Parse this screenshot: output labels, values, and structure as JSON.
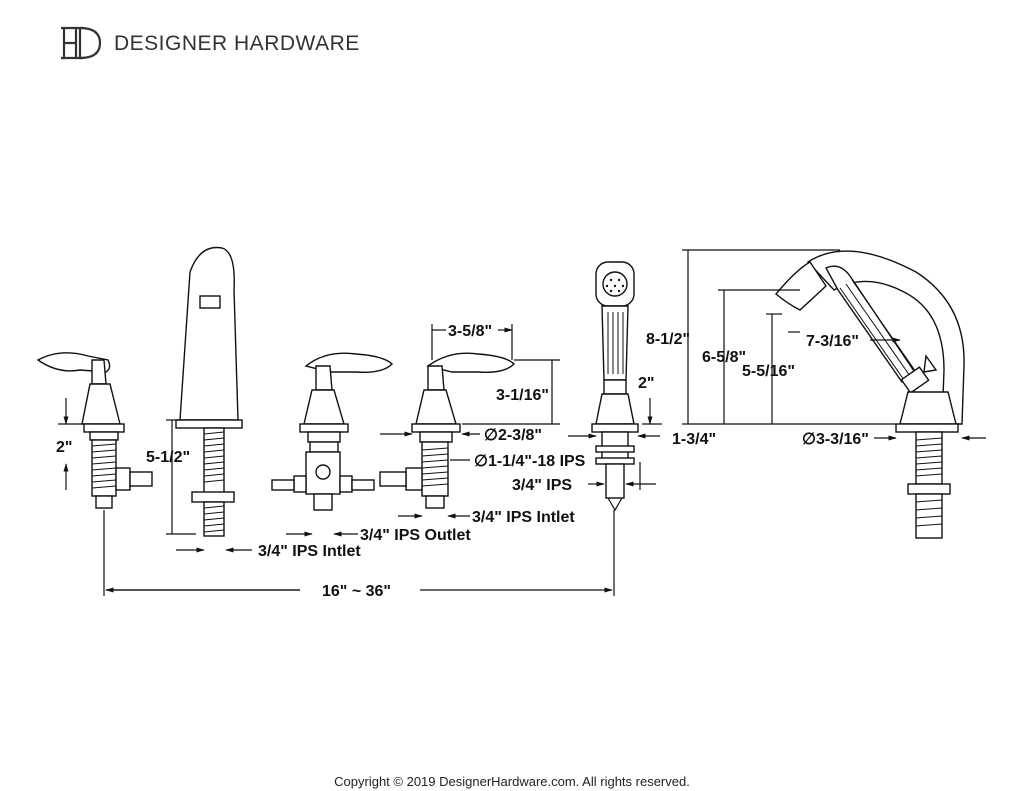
{
  "header": {
    "logo_icon": "dh-monogram-logo",
    "brand": "DESIGNER HARDWARE"
  },
  "dimensions": {
    "handle_height": "2\"",
    "spout_height": "5-1/2\"",
    "spout_inlet": "3/4\" IPS Intlet",
    "diverter_outlet": "3/4\" IPS Outlet",
    "valve_inlet": "3/4\" IPS Intlet",
    "handle_reach": "3-5/8\"",
    "handle_valve_height": "3-1/16\"",
    "escutcheon_dia": "∅2-3/8\"",
    "shank_thread": "∅1-1/4\"-18 IPS",
    "shower_ips": "3/4\" IPS",
    "shower_base_height": "2\"",
    "overall_spread": "16\" ~ 36\"",
    "cradle_height_total": "8-1/2\"",
    "cradle_height_2": "6-5/8\"",
    "cradle_height_3": "5-5/16\"",
    "cradle_reach": "7-3/16\"",
    "cradle_base": "1-3/4\"",
    "cradle_base_dia": "∅3-3/16\""
  },
  "footer": {
    "copyright": "Copyright © 2019 DesignerHardware.com. All rights reserved."
  }
}
